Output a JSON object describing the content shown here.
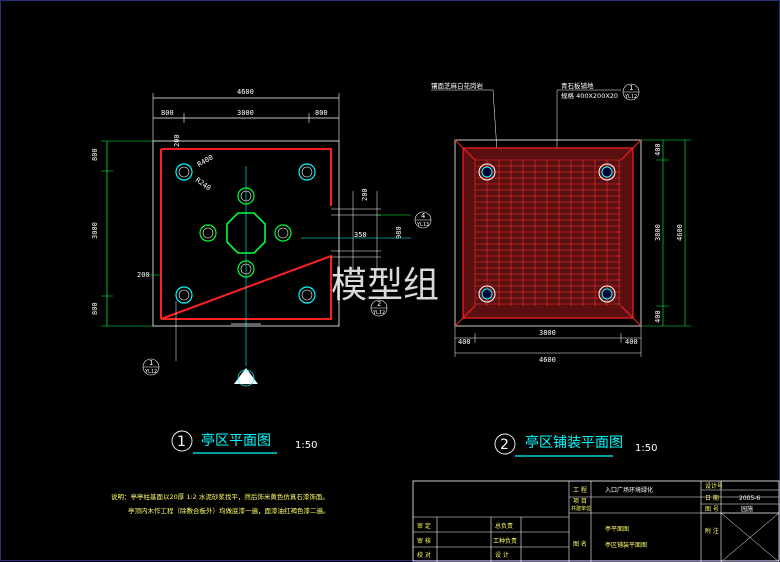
{
  "plan1": {
    "dims_top": [
      "4600",
      "800",
      "3000",
      "800"
    ],
    "dims_left": [
      "800",
      "3000",
      "800"
    ],
    "dim_200_top": "200",
    "dim_200_left": "200",
    "radius1": "R400",
    "radius2": "R240",
    "dims_right": [
      "200",
      "350",
      "980"
    ],
    "callout_1_num": "1",
    "callout_1_sub": "YL12",
    "callout_2_num": "2",
    "callout_2_sub": "YL12",
    "callout_3_num": "1",
    "callout_3_sub": "YL12",
    "callout_4_num": "4",
    "callout_4_sub": "YL13",
    "title_num": "1",
    "title": "亭区平面图",
    "scale": "1:50"
  },
  "plan2": {
    "label_left": "镶面芝麻白花岗岩",
    "label_right": "青石板铺地",
    "label_right_sub": "规格 400X200X20",
    "callout_num": "1",
    "callout_sub": "YL12",
    "dims_right": [
      "400",
      "3800",
      "4600",
      "400"
    ],
    "dims_bottom": [
      "400",
      "3800",
      "400"
    ],
    "dim_total": "4600",
    "title_num": "2",
    "title": "亭区铺装平面图",
    "scale": "1:50"
  },
  "notes": {
    "line1": "说明：亭亭柱基面以20厚 1:2 水泥砂浆找平，然后饰米黄色仿真石漆饰面。",
    "line2": "亭顶内木作工程（除敷合板外）均做底漆一遍，面漆油红褐色漆二遍。"
  },
  "title_block": {
    "project_label": "工 程",
    "project_value": "入口广场环境绿化",
    "item_label": "项 目",
    "unit_label": "共建单位",
    "job_no_label": "设计号",
    "date_label": "日 期",
    "date_value": "2005-6",
    "drawing_no_label": "图 号",
    "drawing_no_value": "园施",
    "approve": "审 定",
    "review": "审 核",
    "check": "校 对",
    "principal": "总负责",
    "tech_lead": "工种负责",
    "design": "设 计",
    "drawing_label": "图 名",
    "drawing_name1": "亭平面图",
    "drawing_name2": "亭区铺装平面图",
    "notes_label": "附 注"
  },
  "watermark": "模型组"
}
